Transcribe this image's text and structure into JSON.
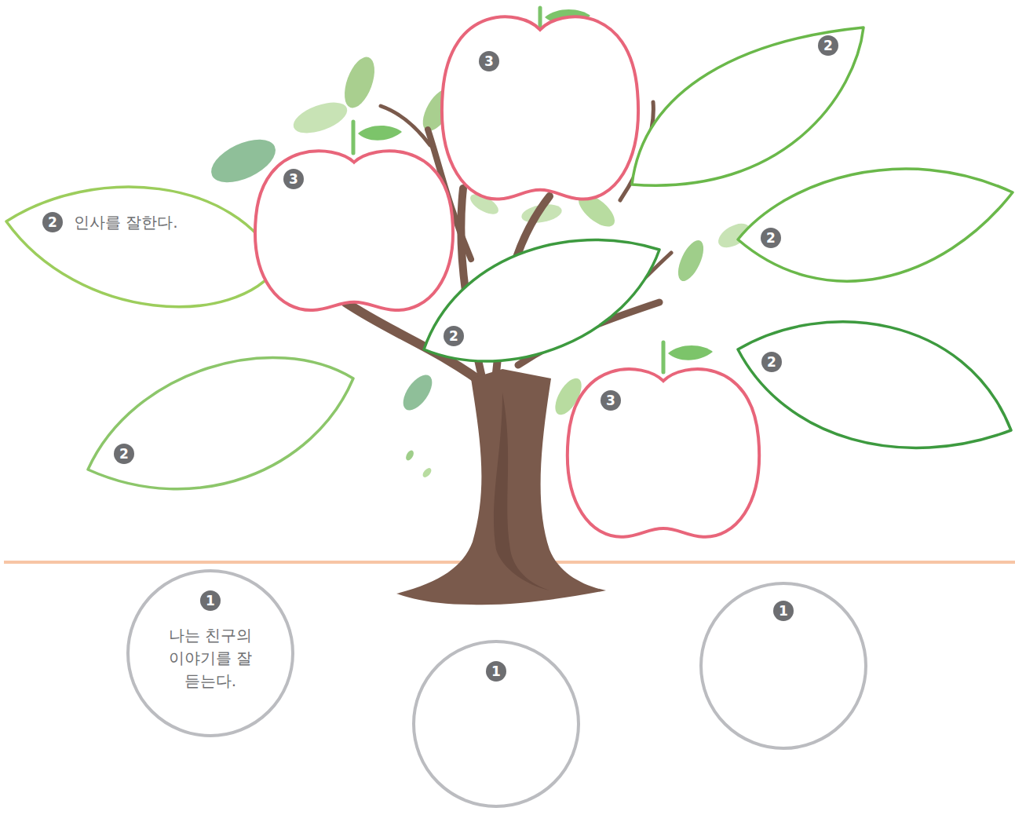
{
  "diagram": {
    "nodes": [
      {
        "text": [
          "2"
        ]
      },
      {
        "text": [
          "3"
        ]
      },
      {
        "text": [
          "3"
        ]
      },
      {
        "text": [
          "2",
          "인사를 잘한다."
        ]
      },
      {
        "text": [
          "2"
        ]
      },
      {
        "text": [
          "2"
        ]
      },
      {
        "text": [
          "2"
        ]
      },
      {
        "text": [
          "3"
        ]
      },
      {
        "text": [
          "2"
        ]
      },
      {
        "text": [
          "1",
          "나는 친구의 이야기를 잘 듣는다."
        ]
      },
      {
        "text": [
          "1"
        ]
      },
      {
        "text": [
          "1"
        ]
      }
    ]
  }
}
